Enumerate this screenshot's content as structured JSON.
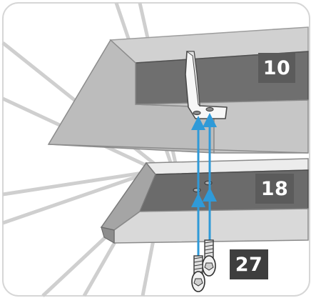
{
  "diagram": {
    "parts": [
      {
        "id": "bracket-part",
        "label": "10"
      },
      {
        "id": "rail-part",
        "label": "18"
      },
      {
        "id": "screw-part",
        "label": "27"
      }
    ],
    "colors": {
      "frame": "#d9d9d9",
      "upper_panel_face": "#b9b9b9",
      "upper_panel_front": "#707070",
      "lower_rail_top": "#e4e4e4",
      "lower_rail_front": "#6b6b6b",
      "bracket": "#f7f7f7",
      "arrows": "#2f9ad8",
      "screw": "#ececec",
      "label_bg": "#5b5b5b",
      "label_bg_dark": "#3e3e3e"
    },
    "icons": [
      "bracket-icon",
      "screw-icon",
      "arrow-up-icon"
    ]
  }
}
